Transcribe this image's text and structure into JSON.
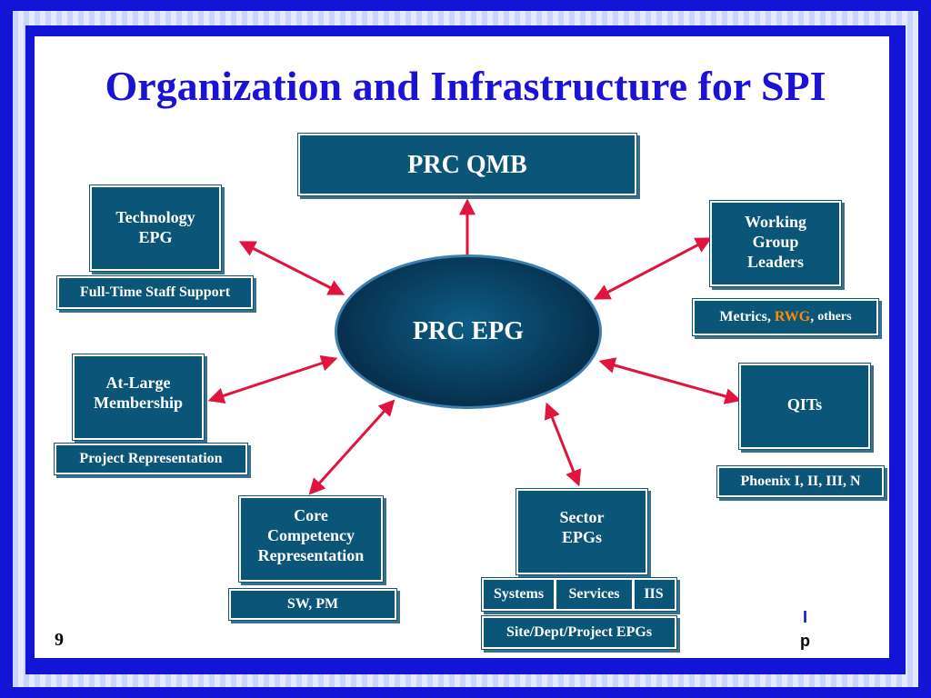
{
  "title": "Organization and Infrastructure for SPI",
  "center": {
    "label": "PRC EPG"
  },
  "qmb": {
    "label": "PRC QMB"
  },
  "technology": {
    "line1": "Technology",
    "line2": "EPG",
    "tag": "Full-Time Staff Support"
  },
  "working_group": {
    "line1": "Working",
    "line2": "Group",
    "line3": "Leaders",
    "tag_metrics": "Metrics,",
    "tag_rwg": "RWG",
    "tag_comma": ",",
    "tag_others": "others"
  },
  "at_large": {
    "line1": "At-Large",
    "line2": "Membership",
    "tag": "Project Representation"
  },
  "qits": {
    "label": "QITs",
    "tag": "Phoenix I, II, III, N"
  },
  "core": {
    "line1": "Core",
    "line2": "Competency",
    "line3": "Representation",
    "tag": "SW, PM"
  },
  "sector": {
    "line1": "Sector",
    "line2": "EPGs",
    "tags": [
      "Systems",
      "Services",
      "IIS"
    ],
    "tag2": "Site/Dept/Project EPGs"
  },
  "footer": {
    "page_number": "9",
    "logo_line1": "I",
    "logo_line2": "p"
  },
  "colors": {
    "frame": "#1414d6",
    "box": "#0b5578",
    "arrow": "#e0143c",
    "title": "#1a12d4",
    "rwg": "#ff8c00"
  }
}
